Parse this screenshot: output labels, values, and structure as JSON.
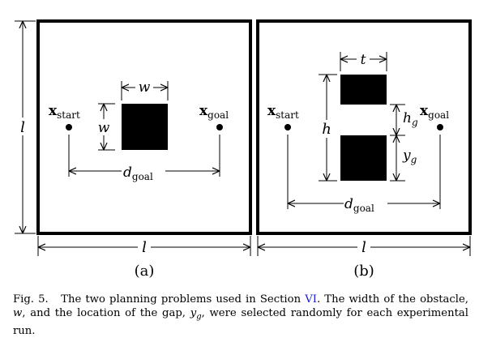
{
  "panel_a": {
    "label": "(a)",
    "start": "x",
    "start_sub": "start",
    "goal": "x",
    "goal_sub": "goal",
    "obstacle_width": "w",
    "obstacle_height": "w",
    "side_length_vertical": "l",
    "side_length_horizontal": "l",
    "distance": "d",
    "distance_sub": "goal"
  },
  "panel_b": {
    "label": "(b)",
    "start": "x",
    "start_sub": "start",
    "goal": "x",
    "goal_sub": "goal",
    "obstacle_thickness": "t",
    "obstacle_height": "h",
    "gap_height": "h",
    "gap_height_sub": "g",
    "gap_location": "y",
    "gap_location_sub": "g",
    "side_length_horizontal": "l",
    "distance": "d",
    "distance_sub": "goal"
  },
  "caption": {
    "lead": "Fig. 5.",
    "text_1": "The two planning problems used in Section",
    "ref": "VI",
    "text_2": ". The width of the obstacle,",
    "var_w": "w",
    "text_3": ", and the location of the gap,",
    "var_y": "y",
    "var_y_sub": "g",
    "text_4": ", were selected randomly for each experimental run."
  }
}
